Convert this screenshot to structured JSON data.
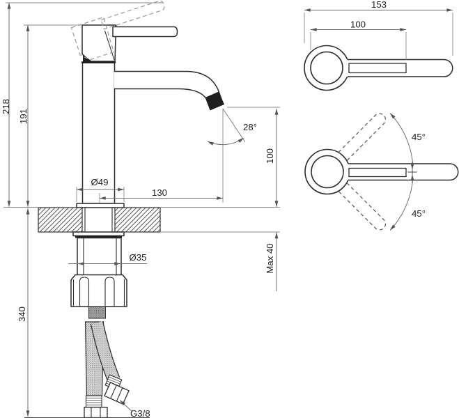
{
  "colors": {
    "ink": "#2c2c2c",
    "dimension_lines": "#6e6e6e",
    "background": "#ffffff"
  },
  "dims": {
    "overall_height": "218",
    "spout_top_height": "191",
    "hose_length": "340",
    "base_diameter": "Ø49",
    "spout_reach": "130",
    "spout_outlet_height": "100",
    "stream_angle": "28°",
    "shank_diameter": "Ø35",
    "max_deck_thickness": "Max 40",
    "hose_thread": "G3/8",
    "handle_total_length": "153",
    "handle_lever_length": "100",
    "handle_swing_upper": "45°",
    "handle_swing_lower": "45°"
  }
}
